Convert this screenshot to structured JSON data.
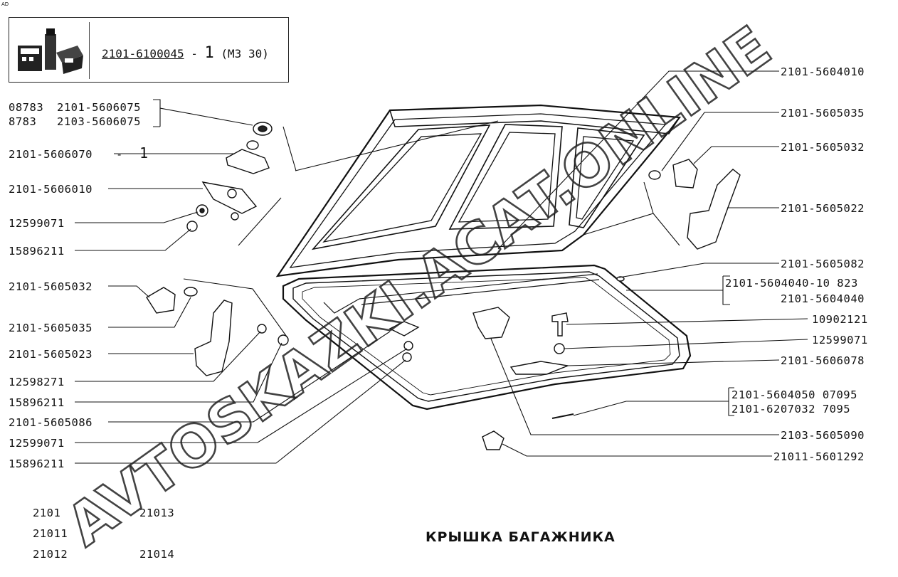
{
  "corner_mark": "AD",
  "title": "КРЫШКА БАГАЖНИКА",
  "kit": {
    "number": "2101-6100045",
    "eq": "-",
    "qty": "1",
    "note": "(МЗ 30)"
  },
  "refs_left": {
    "r1a": "08783",
    "r1b": "2101-5606075",
    "r2a": "8783",
    "r2b": "2103-5606075",
    "r3": "2101-5606070",
    "r3dash": "-",
    "r3qty": "1",
    "r4": "2101-5606010",
    "r5": "12599071",
    "r6": "15896211",
    "r7": "2101-5605032",
    "r8": "2101-5605035",
    "r9": "2101-5605023",
    "r10": "12598271",
    "r11": "15896211",
    "r12": "2101-5605086",
    "r13": "12599071",
    "r14": "15896211"
  },
  "refs_right": {
    "r1": "2101-5604010",
    "r2": "2101-5605035",
    "r3": "2101-5605032",
    "r4": "2101-5605022",
    "r5": "2101-5605082",
    "r6a": "2101-5604040-10 823",
    "r6b": "2101-5604040",
    "r7": "10902121",
    "r8": "12599071",
    "r9": "2101-5606078",
    "r10a": "2101-5604050  07095",
    "r10b": "2101-6207032   7095",
    "r11": "2103-5605090",
    "r12": "21011-5601292"
  },
  "models": [
    "2101",
    "21013",
    "21011",
    "21012",
    "21014"
  ],
  "watermark": "AVTOSKAZKI.ACAT.ONLINE"
}
